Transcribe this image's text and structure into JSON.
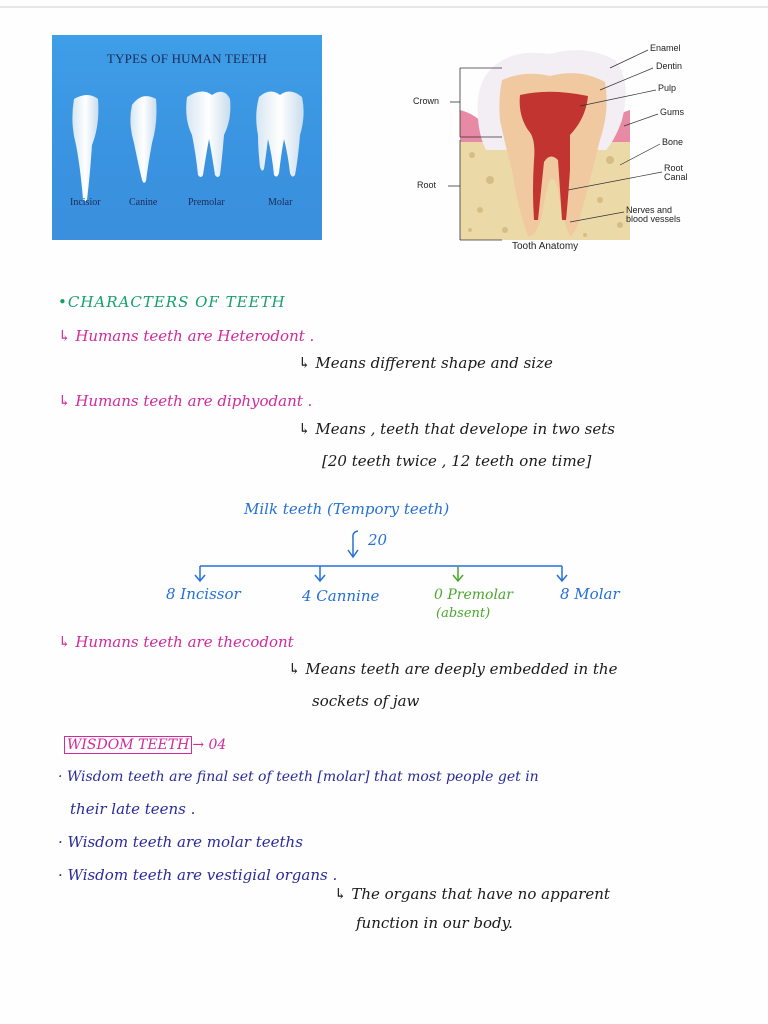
{
  "teeth_card": {
    "title": "TYPES OF HUMAN TEETH",
    "labels": [
      "Incisior",
      "Canine",
      "Premolar",
      "Molar"
    ]
  },
  "anatomy": {
    "caption": "Tooth Anatomy",
    "crown": "Crown",
    "root": "Root",
    "enamel": "Enamel",
    "dentin": "Dentin",
    "pulp": "Pulp",
    "gums": "Gums",
    "bone": "Bone",
    "root_canal_1": "Root",
    "root_canal_2": "Canal",
    "nerves_1": "Nerves and",
    "nerves_2": "blood vessels"
  },
  "notes": {
    "heading": "•CHARACTERS OF TEETH",
    "p1": "↳ Humans teeth are Heterodont .",
    "p1_sub": "↳ Means different shape and size",
    "p2": "↳ Humans teeth are diphyodant .",
    "p2_sub": "↳ Means , teeth that develope in two sets",
    "p2_sub2": "[20 teeth twice , 12 teeth one time]",
    "milk_title": "Milk teeth (Tempory teeth)",
    "milk_count": "20",
    "milk_items": [
      "8 Incissor",
      "4 Cannine",
      "0 Premolar",
      "8 Molar"
    ],
    "premolar_note": "(absent)",
    "p3": "↳ Humans teeth are thecodont",
    "p3_sub": "↳ Means teeth are deeply embedded in the",
    "p3_sub2": "sockets of jaw",
    "wisdom_title": "WISDOM TEETH",
    "wisdom_count": "→ 04",
    "w1": "· Wisdom teeth are final set of teeth [molar] that most people get in",
    "w1b": "their late teens .",
    "w2": "· Wisdom teeth are molar teeths",
    "w3": "· Wisdom teeth are vestigial organs .",
    "w3_sub": "↳ The organs that have no apparent",
    "w3_sub2": "function in our body."
  },
  "colors": {
    "pink": "#d02a9c",
    "green": "#15a06b",
    "blue": "#2470d8",
    "light_green": "#4aa72d",
    "navy": "#2a2a9a",
    "card_blue": "#3f9ee8"
  }
}
